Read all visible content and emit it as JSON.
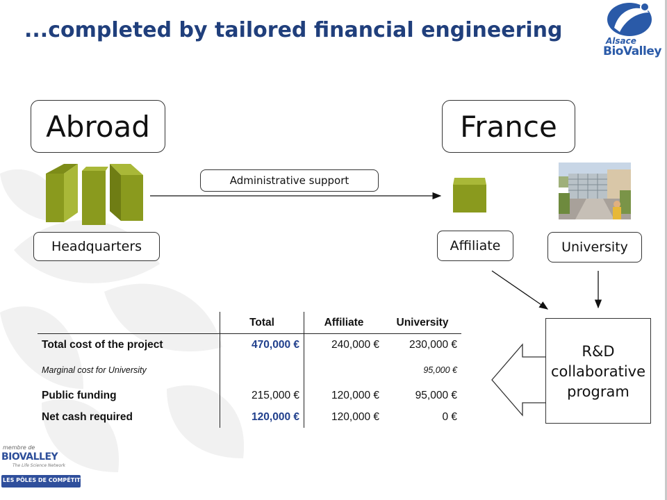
{
  "title": "...completed by tailored financial engineering",
  "brand_logo": {
    "line1": "Alsace",
    "line2": "BioValley"
  },
  "regions": {
    "abroad": "Abroad",
    "france": "France"
  },
  "labels": {
    "admin_support": "Administrative support",
    "headquarters": "Headquarters",
    "affiliate": "Affiliate",
    "university": "University"
  },
  "rd_program": {
    "line1": "R&D",
    "line2": "collaborative",
    "line3": "program"
  },
  "table": {
    "headers": [
      "",
      "Total",
      "Affiliate",
      "University"
    ],
    "rows": [
      {
        "label": "Total cost of the project",
        "total": "470,000 €",
        "affiliate": "240,000 €",
        "university": "230,000 €"
      },
      {
        "label": "Marginal cost for University",
        "total": "",
        "affiliate": "",
        "university": "95,000 €"
      },
      {
        "label": "Public funding",
        "total": "215,000 €",
        "affiliate": "120,000 €",
        "university": "95,000 €"
      },
      {
        "label": "Net cash required",
        "total": "120,000 €",
        "affiliate": "120,000 €",
        "university": "0 €"
      }
    ]
  },
  "bottom_logos": {
    "membre": "membre de",
    "biovalley": "BIOVALLEY",
    "tagline": "The Life Science Network",
    "poles": "LES PÔLES DE COMPÉTITIVITÉ"
  },
  "colors": {
    "title": "#203f7c",
    "olive": "#8a9a1e",
    "olive_light": "#a9b838",
    "olive_dark": "#6f7d14",
    "highlight_blue": "#203f8c"
  },
  "icons": [
    "headquarters-buildings-icon",
    "affiliate-cube-icon",
    "university-photo",
    "arrow-icon"
  ]
}
